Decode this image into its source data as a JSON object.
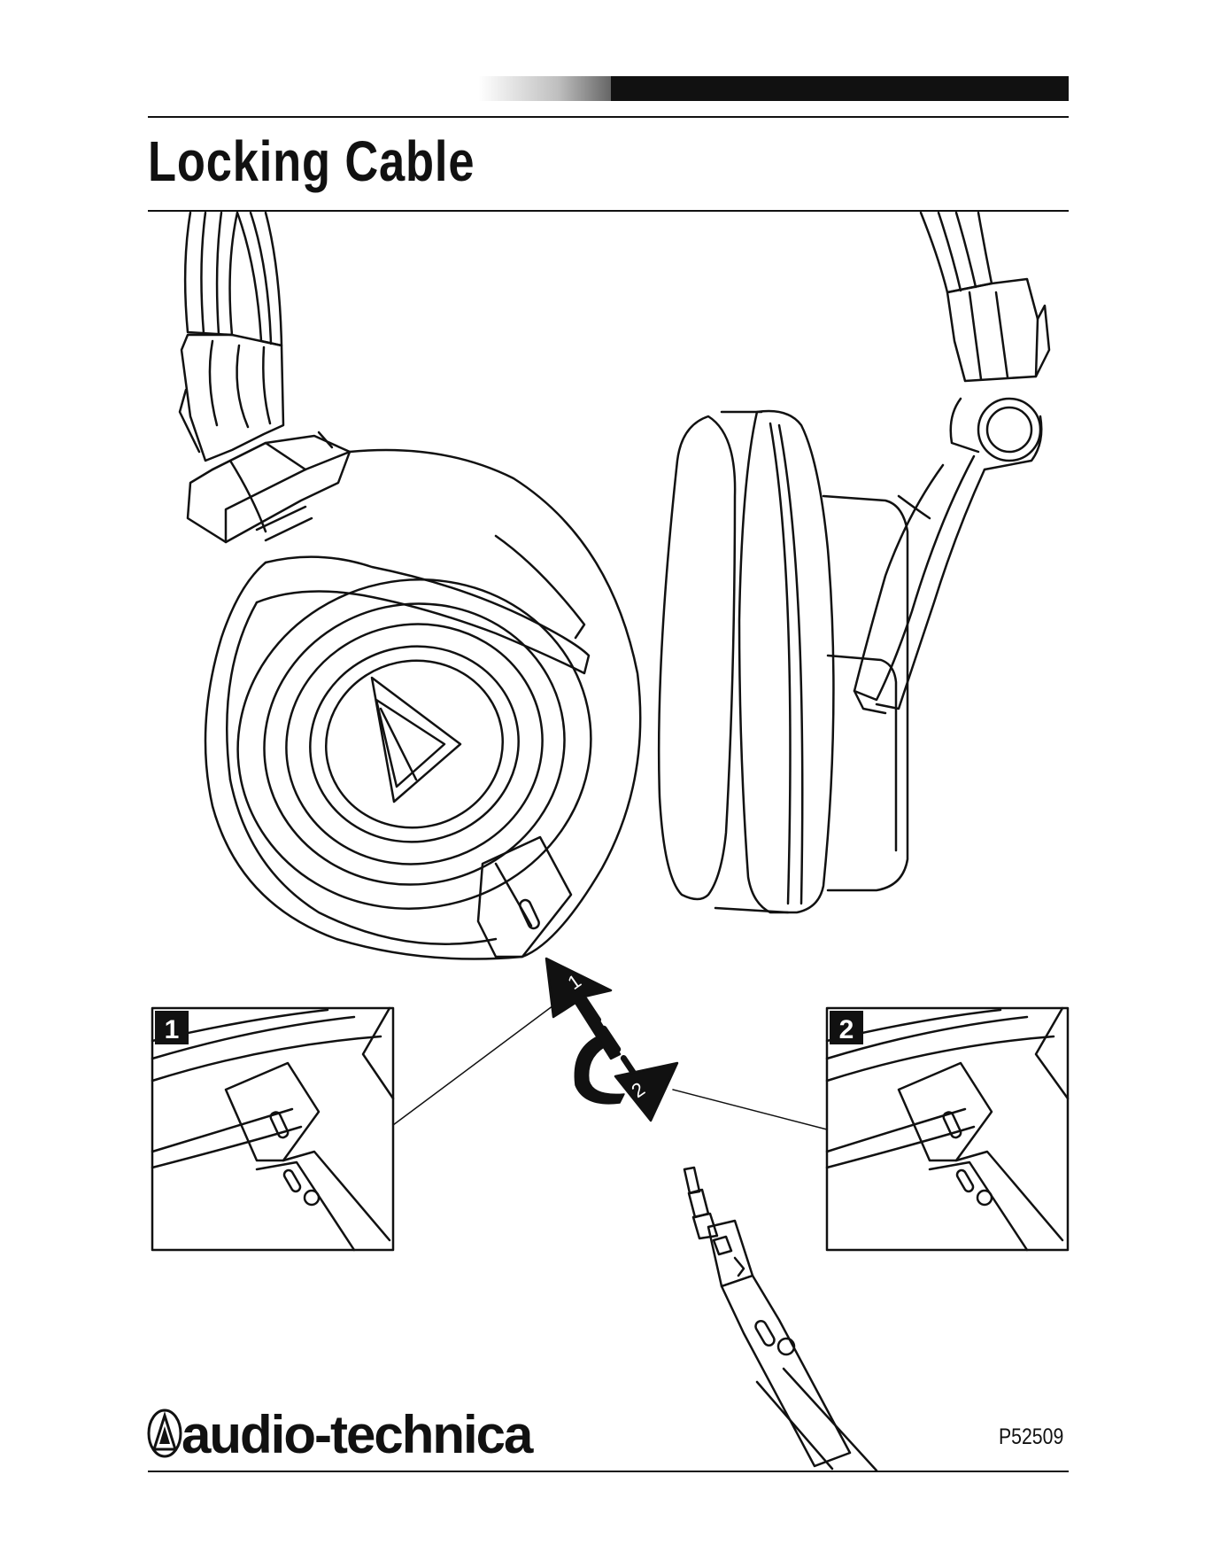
{
  "page": {
    "title": "Locking Cable",
    "brand": "audio-technica",
    "part_number": "P52509"
  },
  "steps": [
    {
      "number": "1"
    },
    {
      "number": "2"
    }
  ],
  "arrows": [
    {
      "number": "1"
    },
    {
      "number": "2"
    }
  ],
  "colors": {
    "ink": "#111111",
    "paper": "#ffffff"
  },
  "icons": {
    "brand_logo": "audio-technica-triangle-logo",
    "headphones": "headphones-illustration",
    "cable": "locking-cable-plug",
    "insert_arrow": "arrow-up-left",
    "twist_arrow": "curved-twist-arrow"
  }
}
